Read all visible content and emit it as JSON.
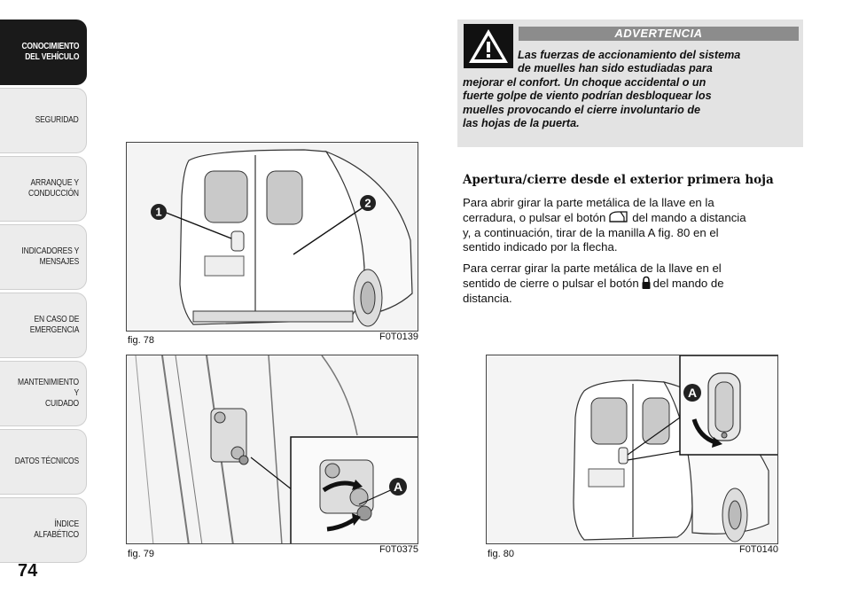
{
  "sidebar": {
    "tabs": [
      {
        "label": "CONOCIMIENTO\nDEL VEHÍCULO",
        "active": true
      },
      {
        "label": "SEGURIDAD",
        "active": false
      },
      {
        "label": "ARRANQUE Y\nCONDUCCIÓN",
        "active": false
      },
      {
        "label": "INDICADORES Y\nMENSAJES",
        "active": false
      },
      {
        "label": "EN CASO DE\nEMERGENCIA",
        "active": false
      },
      {
        "label": "MANTENIMIENTO Y\nCUIDADO",
        "active": false
      },
      {
        "label": "DATOS TÉCNICOS",
        "active": false
      },
      {
        "label": "ÍNDICE ALFABÉTICO",
        "active": false
      }
    ],
    "page_number": "74"
  },
  "figures": {
    "fig78": {
      "caption": "fig. 78",
      "code": "F0T0139",
      "callout1": "1",
      "callout2": "2"
    },
    "fig79": {
      "caption": "fig. 79",
      "code": "F0T0375",
      "callout": "A"
    },
    "fig80": {
      "caption": "fig. 80",
      "code": "F0T0140",
      "callout": "A"
    }
  },
  "warning": {
    "title": "ADVERTENCIA",
    "lines": [
      "Las fuerzas de accionamiento del sistema",
      "de muelles han sido estudiadas para",
      "mejorar el confort. Un choque accidental o un",
      "fuerte golpe de viento podrían desbloquear los",
      "muelles provocando el cierre involuntario de",
      "las hojas de la puerta."
    ]
  },
  "section": {
    "heading": "Apertura/cierre desde el exterior primera hoja",
    "para1": {
      "l1": "Para abrir girar la parte metálica de la llave en la",
      "l2a": "cerradura, o pulsar el botón",
      "l2b": "del mando a distancia",
      "l3": "y, a continuación, tirar de la manilla A fig. 80 en el",
      "l4": "sentido indicado por la flecha."
    },
    "para2": {
      "l1": "Para cerrar girar la parte metálica de la llave en el",
      "l2a": "sentido de cierre o pulsar el botón",
      "l2b": "del mando de",
      "l3": "distancia."
    }
  },
  "icons": {
    "warning": "warning-triangle-icon",
    "open_van": "van-door-open-icon",
    "lock": "padlock-icon"
  }
}
